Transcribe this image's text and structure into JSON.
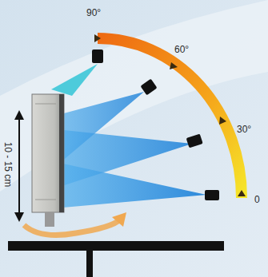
{
  "diagram": {
    "labels": [
      "90°",
      "60°",
      "30°",
      "0",
      "10 - 15 cm"
    ]
  }
}
